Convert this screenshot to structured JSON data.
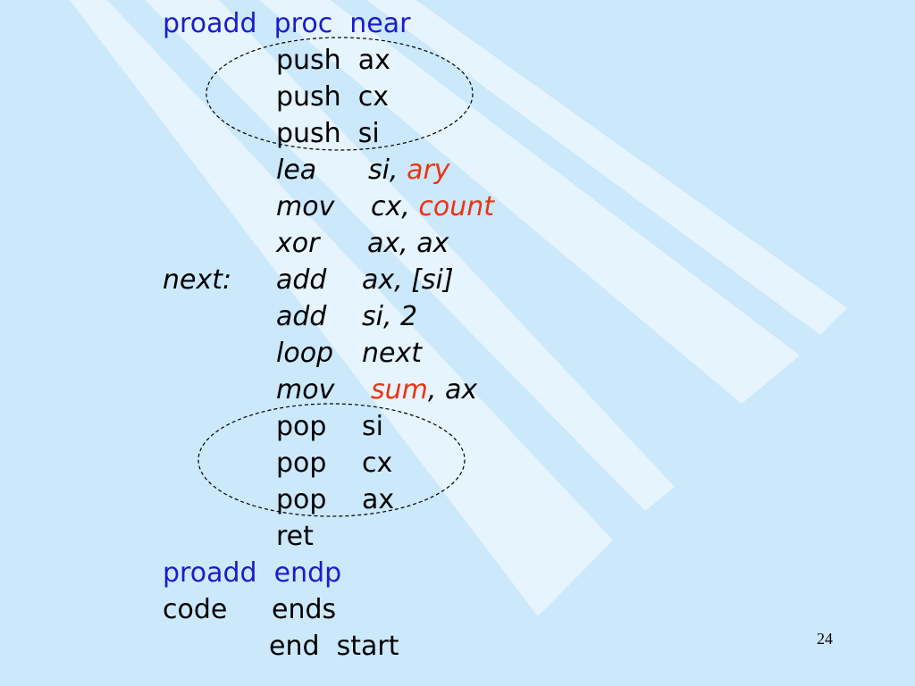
{
  "code": {
    "l1": [
      "proadd",
      "proc",
      "near"
    ],
    "l2": [
      "push",
      "ax"
    ],
    "l3": [
      "push",
      "cx"
    ],
    "l4": [
      "push",
      "si"
    ],
    "l5": [
      "lea",
      "si,",
      "ary"
    ],
    "l6": [
      "mov",
      "cx,",
      "count"
    ],
    "l7": [
      "xor",
      "ax, ax"
    ],
    "l8": [
      "next:",
      "add",
      "ax, [si]"
    ],
    "l9": [
      "add",
      "si, 2"
    ],
    "l10": [
      "loop",
      "next"
    ],
    "l11": [
      "mov",
      "sum",
      ", ax"
    ],
    "l12": [
      "pop",
      "si"
    ],
    "l13": [
      "pop",
      "cx"
    ],
    "l14": [
      "pop",
      "ax"
    ],
    "l15": [
      "ret"
    ],
    "l16": [
      "proadd",
      "endp"
    ],
    "l17": [
      "code",
      "ends"
    ],
    "l18": [
      "end",
      "start"
    ]
  },
  "page_number": "24",
  "colors": {
    "background": "#cce8fb",
    "stripe": "#e6f4fd",
    "keyword_blue": "#1c1ccc",
    "variable_red": "#ee3311"
  }
}
